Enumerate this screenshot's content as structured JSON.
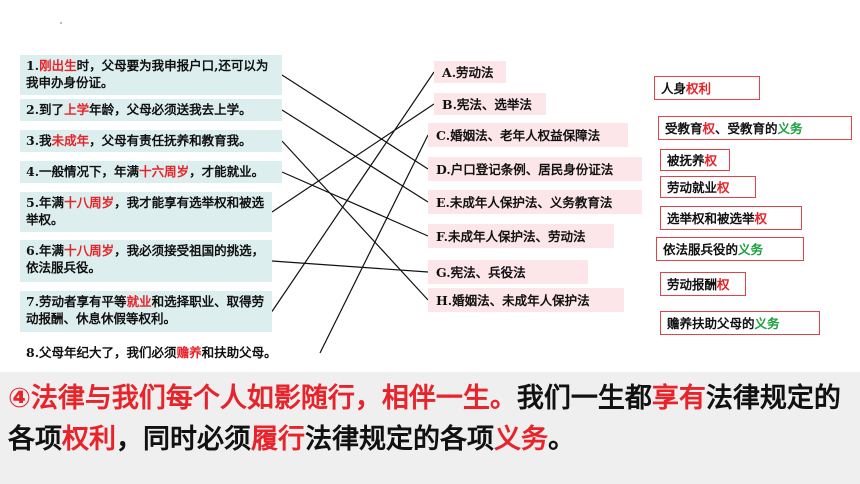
{
  "left_items": [
    {
      "segs": [
        {
          "t": "1."
        },
        {
          "t": "刚出生",
          "c": "red"
        },
        {
          "t": "时，父母要为我申报户口,还可以为我申办身份证。"
        }
      ]
    },
    {
      "segs": [
        {
          "t": "2.到了"
        },
        {
          "t": "上学",
          "c": "red"
        },
        {
          "t": "年龄，父母必须送我去上学。"
        }
      ]
    },
    {
      "segs": [
        {
          "t": "3.我"
        },
        {
          "t": "未成年",
          "c": "red"
        },
        {
          "t": "，父母有责任抚养和教育我。"
        }
      ]
    },
    {
      "segs": [
        {
          "t": "4.一般情况下，年满"
        },
        {
          "t": "十六周岁",
          "c": "red"
        },
        {
          "t": "，才能就业。"
        }
      ]
    },
    {
      "segs": [
        {
          "t": "5.年满"
        },
        {
          "t": "十八周岁",
          "c": "red"
        },
        {
          "t": "，我才能享有选举权和被选举权。"
        }
      ]
    },
    {
      "segs": [
        {
          "t": "6.年满"
        },
        {
          "t": "十八周岁",
          "c": "red"
        },
        {
          "t": "，我必须接受祖国的挑选，依法服兵役。"
        }
      ]
    },
    {
      "segs": [
        {
          "t": "7.劳动者享有平等"
        },
        {
          "t": "就业",
          "c": "red"
        },
        {
          "t": "和选择职业、取得劳动报酬、休息休假等权利。"
        }
      ]
    },
    {
      "segs": [
        {
          "t": "8.父母年纪大了，我们必须"
        },
        {
          "t": "赡养",
          "c": "red"
        },
        {
          "t": "和扶助父母。"
        }
      ]
    }
  ],
  "laws": [
    "A.劳动法",
    "B.宪法、选举法",
    "C.婚姻法、老年人权益保障法",
    "D.户口登记条例、居民身份证法",
    "E.未成年人保护法、义务教育法",
    "F.未成年人保护法、劳动法",
    "G.宪法、兵役法",
    "H.婚姻法、未成年人保护法"
  ],
  "right_items": [
    {
      "segs": [
        {
          "t": "人身"
        },
        {
          "t": "权利",
          "c": "red"
        }
      ]
    },
    {
      "segs": [
        {
          "t": "受教育"
        },
        {
          "t": "权",
          "c": "red"
        },
        {
          "t": "、受教育的"
        },
        {
          "t": "义务",
          "c": "grn"
        }
      ]
    },
    {
      "segs": [
        {
          "t": "被抚养"
        },
        {
          "t": "权",
          "c": "red"
        }
      ]
    },
    {
      "segs": [
        {
          "t": "劳动就业"
        },
        {
          "t": "权",
          "c": "red"
        }
      ]
    },
    {
      "segs": [
        {
          "t": "选举权和被选举"
        },
        {
          "t": "权",
          "c": "red"
        }
      ]
    },
    {
      "segs": [
        {
          "t": "依法服兵役的"
        },
        {
          "t": "义务",
          "c": "grn"
        }
      ]
    },
    {
      "segs": [
        {
          "t": "劳动报酬"
        },
        {
          "t": "权",
          "c": "red"
        }
      ]
    },
    {
      "segs": [
        {
          "t": "赡养扶助父母的"
        },
        {
          "t": "义务",
          "c": "grn"
        }
      ]
    }
  ],
  "connections": [
    [
      1,
      "D"
    ],
    [
      2,
      "E"
    ],
    [
      3,
      "H"
    ],
    [
      4,
      "F"
    ],
    [
      5,
      "B"
    ],
    [
      6,
      "G"
    ],
    [
      7,
      "A"
    ],
    [
      8,
      "C"
    ]
  ],
  "summary": {
    "segs": [
      {
        "t": "④法律与我们每个人如影随行，相伴一生。",
        "c": "red"
      },
      {
        "t": "我们一生都"
      },
      {
        "t": "享有",
        "c": "red"
      },
      {
        "t": "法律规定的各项"
      },
      {
        "t": "权利",
        "c": "red"
      },
      {
        "t": "，同时必须"
      },
      {
        "t": "履行",
        "c": "red"
      },
      {
        "t": "法律规定的各项"
      },
      {
        "t": "义务",
        "c": "red"
      },
      {
        "t": "。"
      }
    ]
  },
  "colors": {
    "red": "#e8232a",
    "green": "#19a13c",
    "left_bg": "#dcefee",
    "mid_bg": "#fde6ea",
    "right_border": "#e4424a",
    "banner_bg": "#efefef"
  }
}
